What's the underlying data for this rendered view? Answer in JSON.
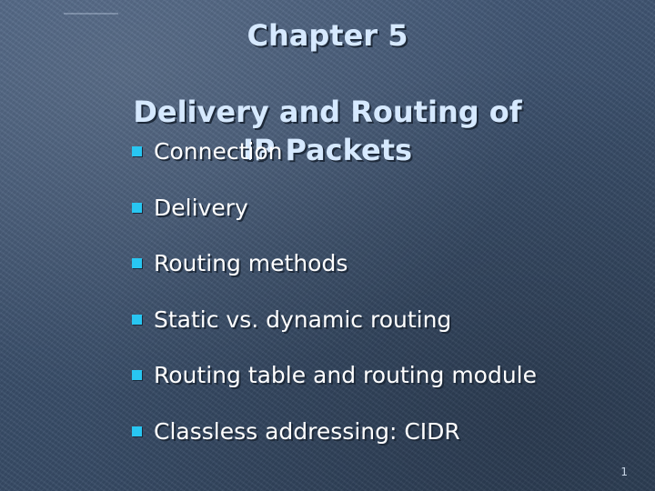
{
  "slide": {
    "title_line1_a": "Chapter 5",
    "title_line1_b": "Delivery and Routing of",
    "title_line2": "IP Packets",
    "bullets": [
      "Connection",
      "Delivery",
      "Routing methods",
      "Static vs. dynamic routing",
      "Routing table and routing module",
      "Classless addressing: CIDR"
    ],
    "page_number": "1"
  },
  "colors": {
    "title": "#d6e9ff",
    "bullet_marker": "#28c6f2",
    "bullet_text": "#ffffff",
    "background": "#3e5370"
  },
  "icons": {
    "bullet": "square-bullet-icon"
  }
}
